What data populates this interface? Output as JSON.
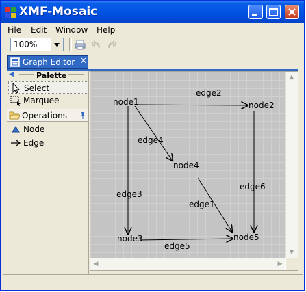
{
  "window": {
    "title": "XMF-Mosaic"
  },
  "menubar": [
    "File",
    "Edit",
    "Window",
    "Help"
  ],
  "toolbar": {
    "zoom": "100%"
  },
  "editor": {
    "tab_label": "Graph Editor"
  },
  "palette": {
    "title": "Palette",
    "tools": [
      {
        "label": "Select",
        "icon": "arrow-cursor-icon"
      },
      {
        "label": "Marquee",
        "icon": "marquee-icon"
      }
    ],
    "drawer": {
      "label": "Operations"
    },
    "operations": [
      {
        "label": "Node",
        "icon": "triangle-node-icon"
      },
      {
        "label": "Edge",
        "icon": "arrow-edge-icon"
      }
    ]
  },
  "graph": {
    "nodes": [
      "node1",
      "node2",
      "node3",
      "node4",
      "node5"
    ],
    "edges": [
      {
        "label": "edge1",
        "from": "node4",
        "to": "node5"
      },
      {
        "label": "edge2",
        "from": "node1",
        "to": "node2"
      },
      {
        "label": "edge3",
        "from": "node1",
        "to": "node3"
      },
      {
        "label": "edge4",
        "from": "node1",
        "to": "node4"
      },
      {
        "label": "edge5",
        "from": "node3",
        "to": "node5"
      },
      {
        "label": "edge6",
        "from": "node2",
        "to": "node5"
      }
    ]
  }
}
